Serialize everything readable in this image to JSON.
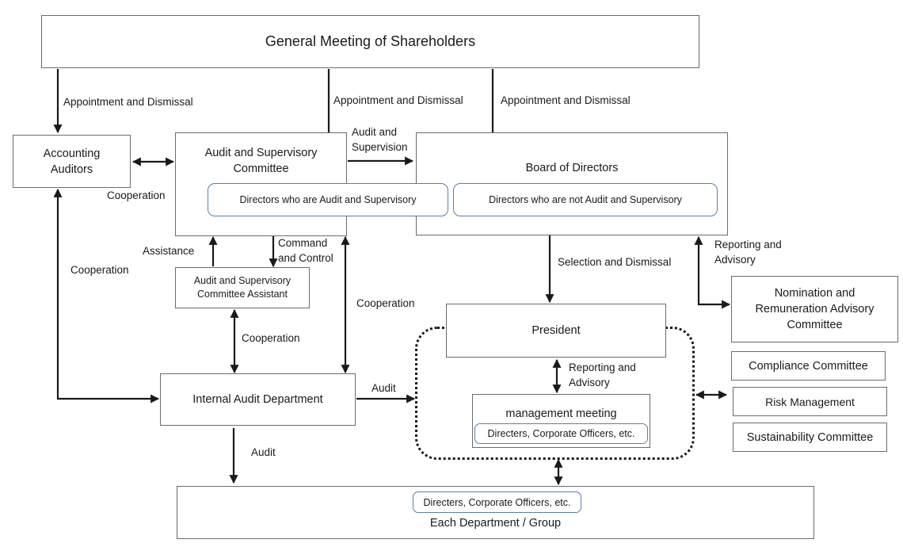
{
  "nodes": {
    "shareholders": "General Meeting of Shareholders",
    "accounting_auditors": "Accounting\nAuditors",
    "audit_committee": "Audit and Supervisory\nCommittee",
    "board": "Board of Directors",
    "directors_audit": "Directors who are Audit and Supervisory",
    "directors_not_audit": "Directors who are not Audit and Supervisory",
    "committee_assistant": "Audit and Supervisory\nCommittee Assistant",
    "internal_audit": "Internal Audit Department",
    "president": "President",
    "management_meeting": "management meeting",
    "mm_directors": "Directers, Corporate Officers, etc.",
    "nomination": "Nomination and\nRemuneration Advisory\nCommittee",
    "compliance": "Compliance Committee",
    "risk": "Risk Management",
    "sustainability": "Sustainability Committee",
    "dept_directors": "Directers, Corporate Officers, etc.",
    "departments": "Each Department / Group"
  },
  "edge_labels": {
    "appoint_1": "Appointment and Dismissal",
    "appoint_2": "Appointment and Dismissal",
    "appoint_3": "Appointment and Dismissal",
    "audit_supervision": "Audit and\nSupervision",
    "cooperation_auditors": "Cooperation",
    "assistance": "Assistance",
    "command_control": "Command\nand Control",
    "cooperation_left": "Cooperation",
    "selection_dismissal": "Selection and Dismissal",
    "reporting_advisory_1": "Reporting and\nAdvisory",
    "cooperation_mid": "Cooperation",
    "cooperation_assistant": "Cooperation",
    "reporting_advisory_2": "Reporting and\nAdvisory",
    "audit_right": "Audit",
    "audit_down": "Audit"
  }
}
